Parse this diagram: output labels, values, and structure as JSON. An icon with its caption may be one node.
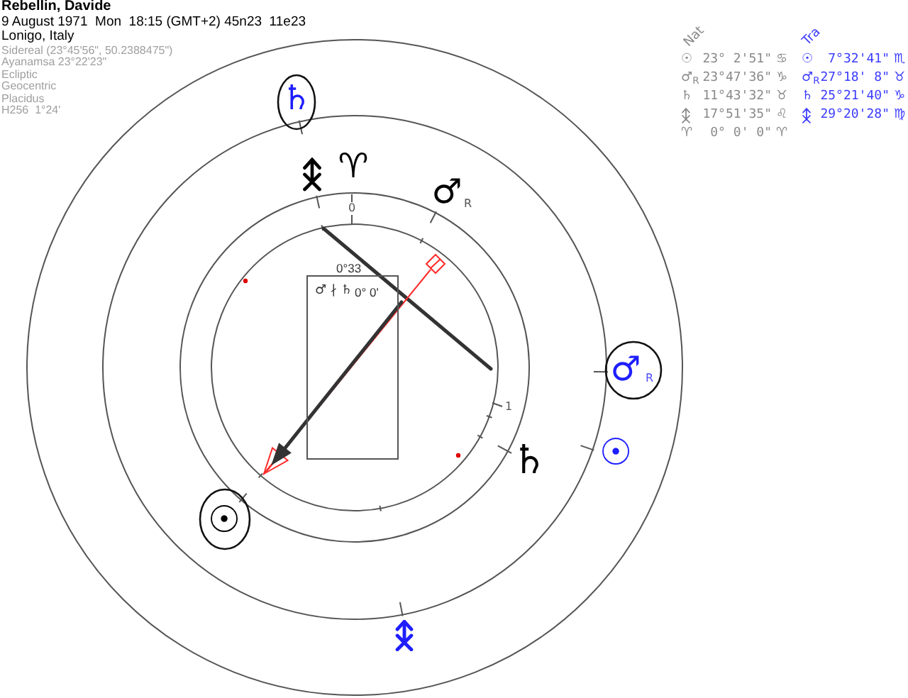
{
  "diagram": {
    "title": "Rebellin, Davide",
    "nodes": [
      {
        "text": [
          "♄"
        ]
      },
      {
        "text": [
          "0°33",
          "♂ ∤ ♄",
          "0° 0'"
        ]
      },
      {
        "text": [
          "♂",
          "R"
        ]
      },
      {
        "text": [
          "☉"
        ]
      }
    ],
    "labels": [
      "9 August 1971  Mon  18:15 (GMT+2) 45n23  11e23",
      "Lonigo, Italy",
      "Sidereal (23°45'56\", 50.2388475\")",
      "Ayanamsa 23°22'23\"",
      "Ecliptic",
      "Geocentric",
      "Placidus",
      "H256  1°24'",
      "Nat",
      "☉",
      "23° 2'51\"",
      "♋",
      "♂$_{R}$",
      "23°47'36\"",
      "♑",
      "♄",
      "11°43'32\"",
      "♉",
      "17°51'35\"",
      "♌",
      "♈",
      "0° 0' 0\"",
      "♈",
      "Tra",
      "☉",
      "7°32'41\"",
      "♏",
      "♂$_{R}$",
      "27°18' 8\"",
      "♉",
      "♄",
      "25°21'40\"",
      "♑",
      "29°20'28\"",
      "♍",
      "♈",
      "♂",
      "R",
      "0",
      "1",
      "♄",
      "☉"
    ]
  }
}
